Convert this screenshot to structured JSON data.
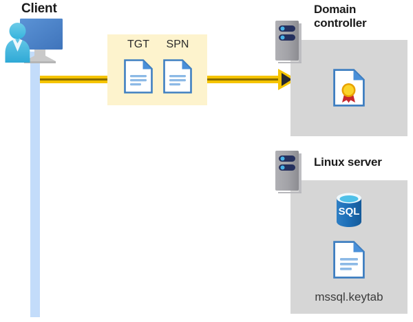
{
  "diagram": {
    "title_client": "Client",
    "title_domain_controller": "Domain\ncontroller",
    "title_linux_server": "Linux server",
    "keytab_label": "mssql.keytab",
    "tokens": {
      "tgt_label": "TGT",
      "spn_label": "SPN"
    },
    "sql_icon_text": "SQL",
    "icons": {
      "client": "client-user-monitor-icon",
      "document_tgt": "document-icon",
      "document_spn": "document-icon",
      "certificate": "certificate-document-icon",
      "sql_database": "sql-database-icon",
      "keytab_document": "document-icon",
      "server_dc": "server-tower-icon",
      "server_linux": "server-tower-icon",
      "arrow": "right-arrow-icon"
    },
    "colors": {
      "token_box_background": "#fdf3cd",
      "panel_background": "#d6d6d6",
      "arrow_gold": "#f5c400",
      "arrow_gold_dark": "#8a6d00",
      "lifeline_blue": "#c3dcfa",
      "document_blue": "#4a90d9",
      "sql_blue": "#1d6fb8",
      "server_gray": "#9a9a9e",
      "server_led_navy": "#25305e",
      "certificate_gold": "#fbd42a",
      "certificate_red": "#c8282d",
      "title_text": "#1a1a1a",
      "label_text": "#3b3b3b"
    }
  }
}
